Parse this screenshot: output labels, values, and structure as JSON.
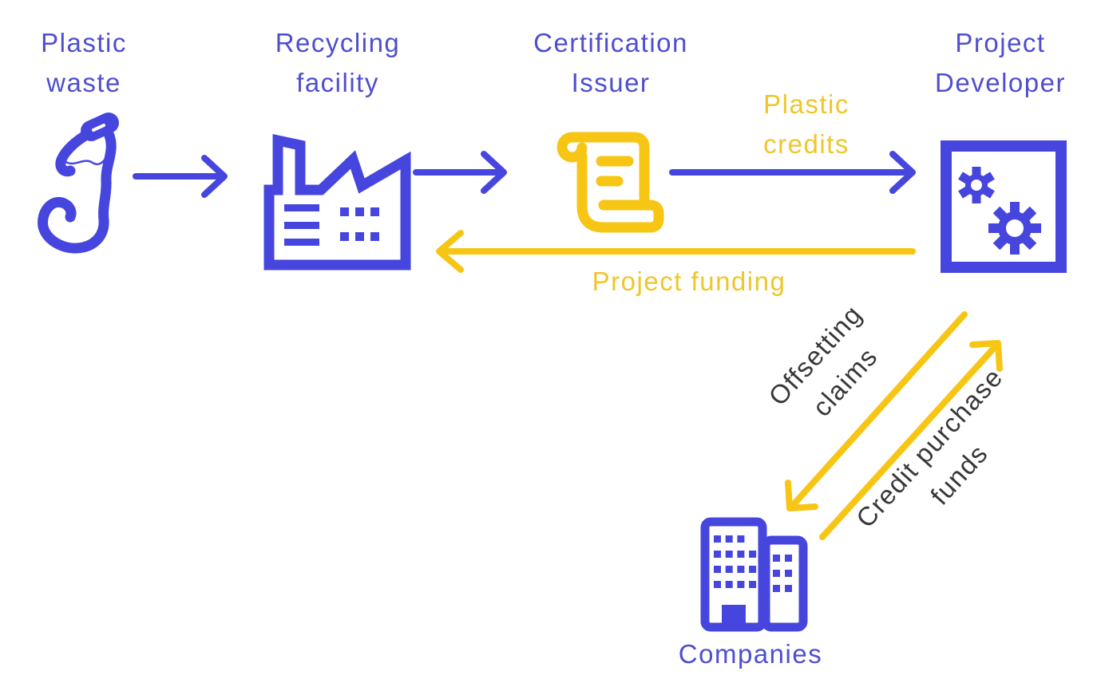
{
  "title": "Plastic credits flow diagram",
  "colors": {
    "node_blue": "#4646DF",
    "text_blue": "#4F4ECF",
    "flow_yellow": "#F7C513",
    "yellow_text": "#EFC62B",
    "dark_text": "#383838",
    "background": "#FFFFFF"
  },
  "nodes": {
    "plastic_waste": {
      "label": "Plastic waste",
      "icon": "plastic-bottle-icon"
    },
    "recycling_facility": {
      "label": "Recycling facility",
      "icon": "factory-icon"
    },
    "certification_issuer": {
      "label": "Certification Issuer",
      "icon": "scroll-certificate-icon"
    },
    "project_developer": {
      "label": "Project Developer",
      "icon": "gears-icon"
    },
    "companies": {
      "label": "Companies",
      "icon": "office-buildings-icon"
    }
  },
  "flows": {
    "waste_to_recycling": {
      "label": "",
      "from": "plastic_waste",
      "to": "recycling_facility",
      "color": "blue"
    },
    "recycling_to_issuer": {
      "label": "",
      "from": "recycling_facility",
      "to": "certification_issuer",
      "color": "blue"
    },
    "plastic_credits": {
      "label": "Plastic credits",
      "from": "certification_issuer",
      "to": "project_developer",
      "color": "blue"
    },
    "project_funding": {
      "label": "Project funding",
      "from": "project_developer",
      "to": "recycling_facility",
      "color": "yellow"
    },
    "offsetting_claims": {
      "label": "Offsetting claims",
      "from": "project_developer",
      "to": "companies",
      "color": "yellow"
    },
    "credit_purchase_funds": {
      "label": "Credit purchase funds",
      "from": "companies",
      "to": "project_developer",
      "color": "yellow"
    }
  }
}
